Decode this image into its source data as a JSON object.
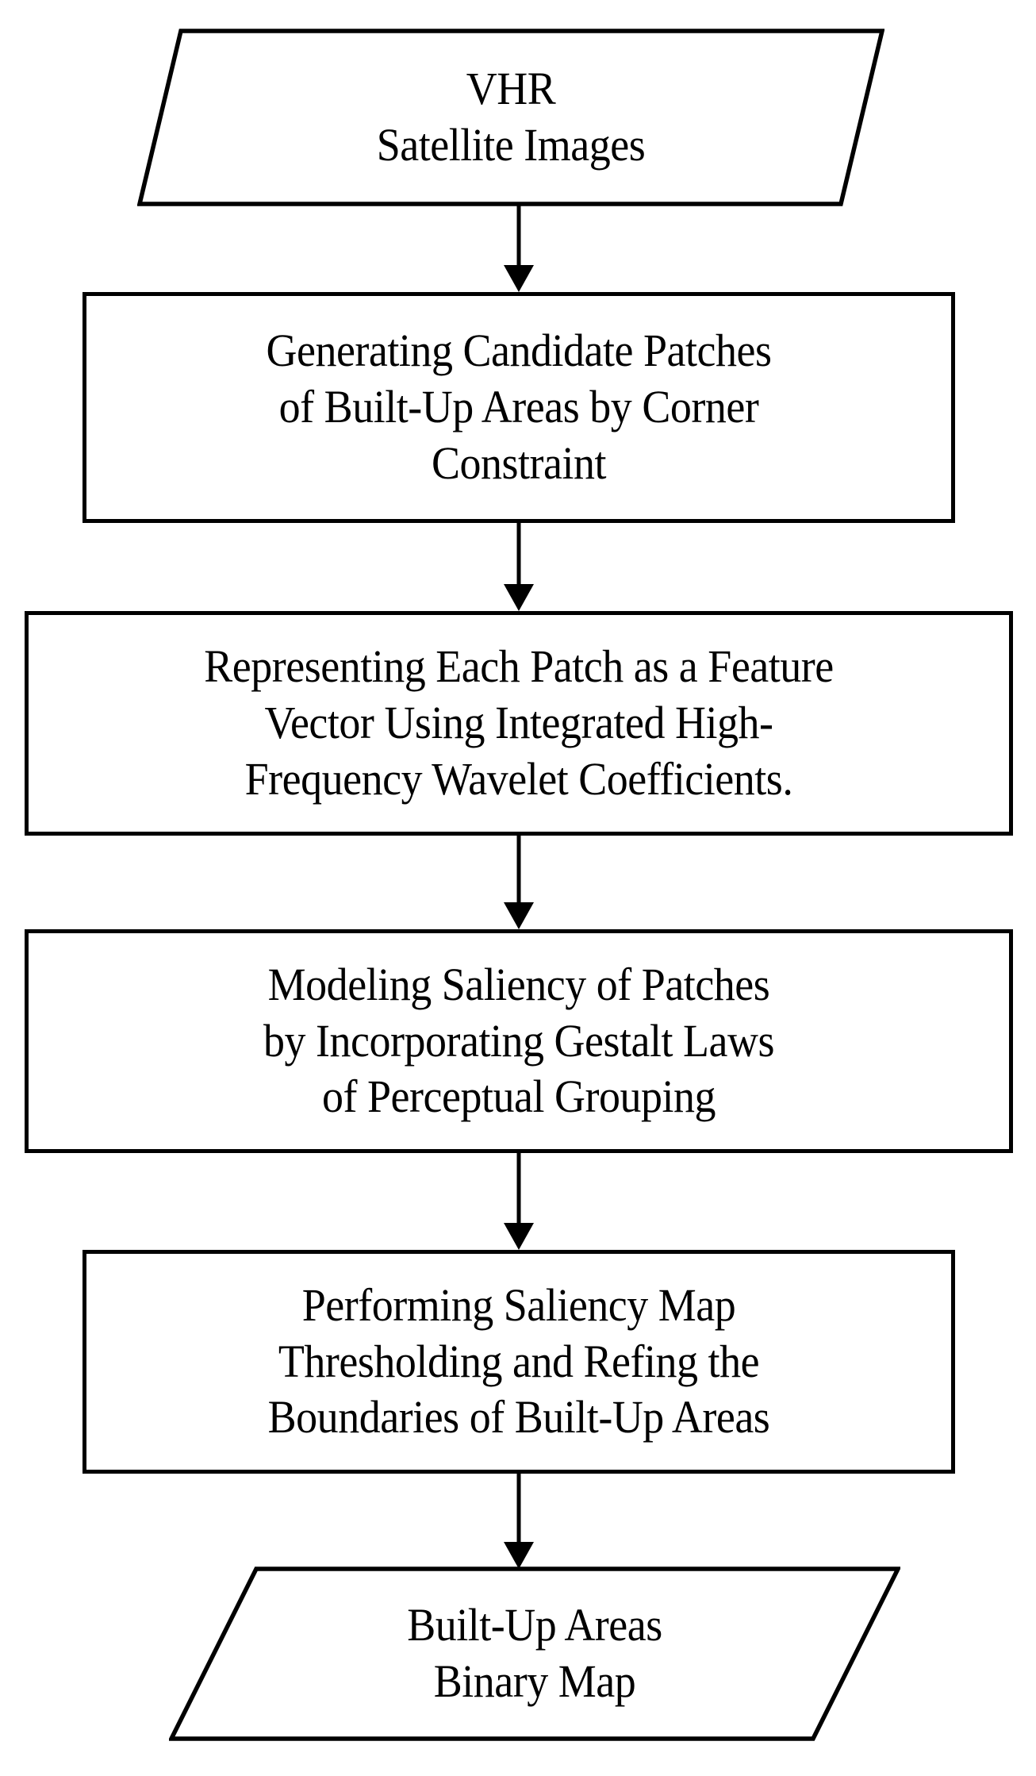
{
  "diagram": {
    "title": "Built-Up Area Extraction Flowchart",
    "background_color": "#ffffff",
    "line_color": "#000000",
    "nodes": [
      {
        "id": "vhr-satellite-images",
        "shape": "parallelogram",
        "role": "input",
        "text": "VHR\nSatellite Images"
      },
      {
        "id": "generating-candidate-patches",
        "shape": "rectangle",
        "role": "process",
        "text": "Generating Candidate Patches\nof Built-Up Areas by Corner\nConstraint"
      },
      {
        "id": "representing-patch-feature-vector",
        "shape": "rectangle",
        "role": "process",
        "text": "Representing Each Patch as a Feature\nVector Using Integrated High-\nFrequency Wavelet Coefficients."
      },
      {
        "id": "modeling-saliency-of-patches",
        "shape": "rectangle",
        "role": "process",
        "text": "Modeling Saliency of Patches\nby Incorporating Gestalt Laws\nof Perceptual Grouping"
      },
      {
        "id": "performing-saliency-thresholding",
        "shape": "rectangle",
        "role": "process",
        "text": "Performing Saliency Map\nThresholding and Refing the\nBoundaries of Built-Up Areas"
      },
      {
        "id": "built-up-areas-binary-map",
        "shape": "parallelogram",
        "role": "output",
        "text": "Built-Up Areas\nBinary Map"
      }
    ],
    "connectors": [
      {
        "id": "arrow-1",
        "from": "vhr-satellite-images",
        "to": "generating-candidate-patches"
      },
      {
        "id": "arrow-2",
        "from": "generating-candidate-patches",
        "to": "representing-patch-feature-vector"
      },
      {
        "id": "arrow-3",
        "from": "representing-patch-feature-vector",
        "to": "modeling-saliency-of-patches"
      },
      {
        "id": "arrow-4",
        "from": "modeling-saliency-of-patches",
        "to": "performing-saliency-thresholding"
      },
      {
        "id": "arrow-5",
        "from": "performing-saliency-thresholding",
        "to": "built-up-areas-binary-map"
      }
    ]
  }
}
